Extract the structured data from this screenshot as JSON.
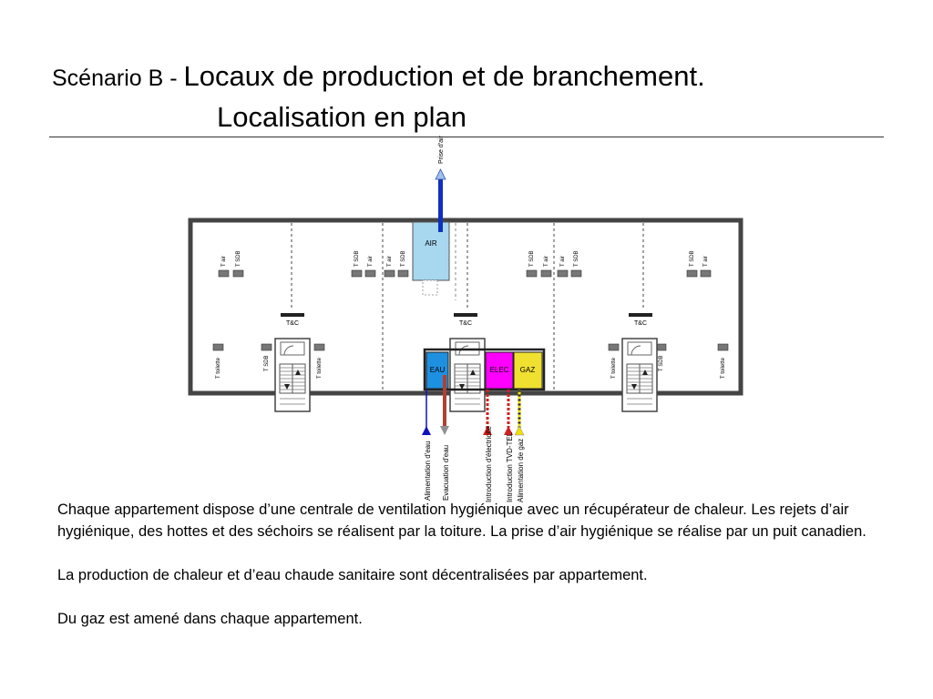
{
  "header": {
    "scenario_prefix": "Scénario B - ",
    "title_line1": "Locaux de production et de branchement.",
    "title_line2": "Localisation en plan"
  },
  "plan": {
    "rooms": {
      "air": "AIR",
      "eau": "EAU",
      "elec": "ELEC",
      "gaz": "GAZ"
    },
    "shaft_label": "T&C",
    "duct_labels": {
      "tair": "T air",
      "tsdb": "T SDB",
      "toilet": "T toilette"
    },
    "connections": {
      "prise_air": "Prise d'air",
      "alimentation_eau": "Alimentation d'eau",
      "evacuation_eau": "Evacuation d'eau",
      "introduction_elec": "Introduction d'électricité",
      "introduction_tvd": "Introduction TVD-TEL",
      "alimentation_gaz": "Alimentation de gaz"
    },
    "colors": {
      "air_room": "#a8d8f0",
      "eau_room": "#1e90e0",
      "elec_room": "#ff00ff",
      "gaz_room": "#f0e030",
      "prise_air_pipe": "#1030c0",
      "eau_arrow": "#1010c0",
      "evac_arrow": "#909090",
      "elec_arrow": "#d02020",
      "gaz_arrow": "#f0e000",
      "evac_pipe": "#b04030"
    }
  },
  "body": {
    "paragraph1": "Chaque appartement dispose d’une centrale de ventilation hygiénique avec un récupérateur de chaleur. Les rejets d’air hygiénique, des hottes et des séchoirs se réalisent par la toiture. La prise d’air hygiénique se réalise par un puit canadien.",
    "paragraph2": "La production de chaleur et d’eau chaude sanitaire sont décentralisées par appartement.",
    "paragraph3": "Du gaz est amené dans chaque appartement."
  }
}
